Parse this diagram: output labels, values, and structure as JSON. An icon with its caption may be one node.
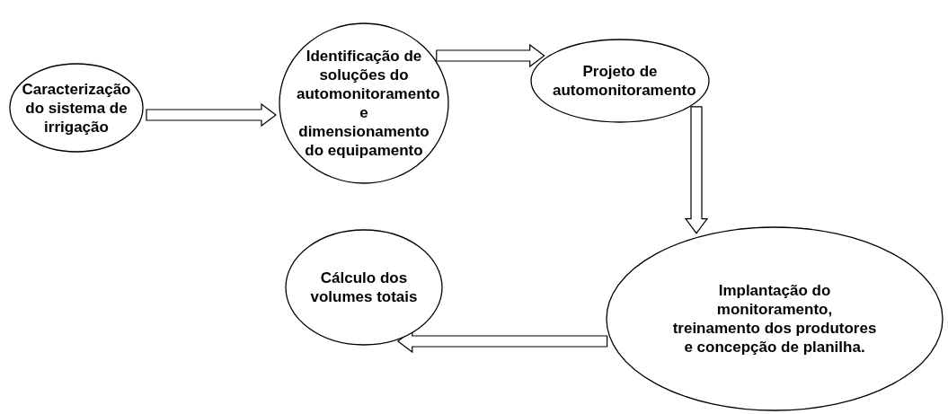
{
  "diagram": {
    "nodes": [
      {
        "text": [
          "Caracterização do sistema de irrigação"
        ]
      },
      {
        "text": [
          "Identificação de soluções do automonitoramento e dimensionamento do equipamento"
        ]
      },
      {
        "text": [
          "Projeto de automonitoramento"
        ]
      },
      {
        "text": [
          "Implantação do monitoramento, treinamento dos produtores e concepção de planilha."
        ]
      },
      {
        "text": [
          "Cálculo dos volumes totais"
        ]
      }
    ],
    "edges": [
      {
        "from": 0,
        "to": 1,
        "arrow": "to"
      },
      {
        "from": 1,
        "to": 2,
        "arrow": "to"
      },
      {
        "from": 2,
        "to": 3,
        "arrow": "to"
      },
      {
        "from": 3,
        "to": 4,
        "arrow": "to"
      }
    ]
  }
}
